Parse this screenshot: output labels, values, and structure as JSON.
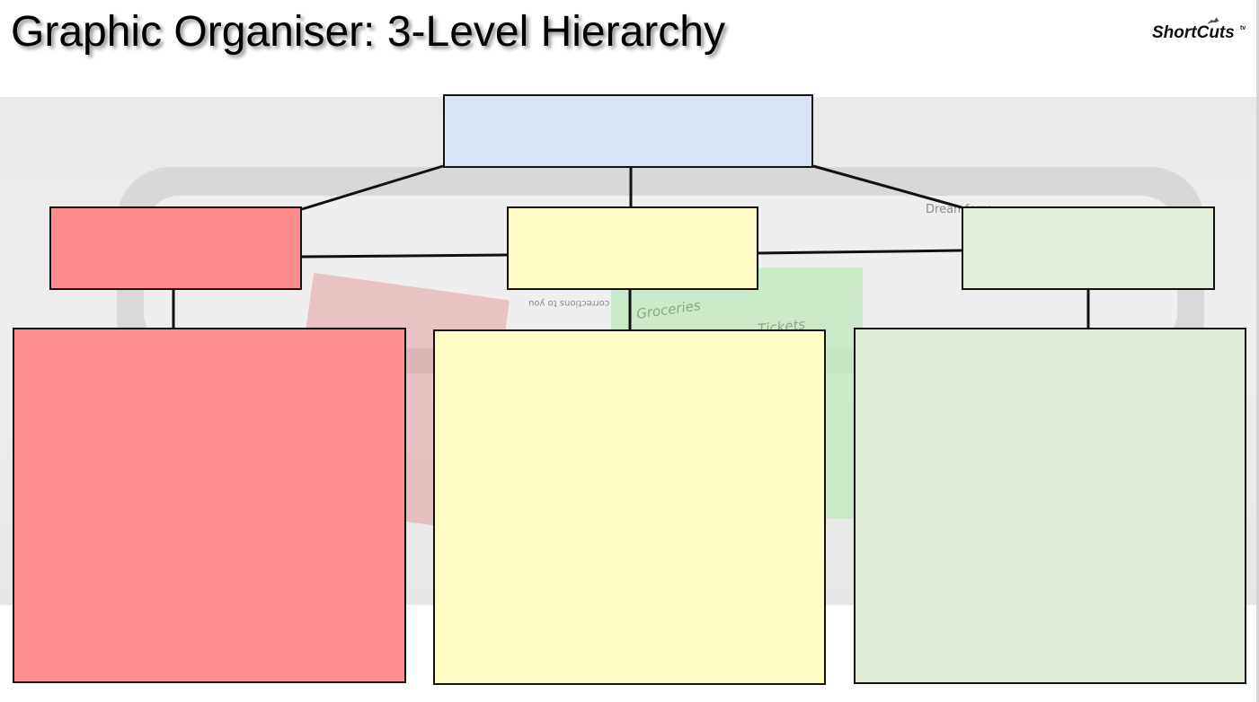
{
  "title": "Graphic Organiser: 3-Level Hierarchy",
  "logo": {
    "text": "ShortCuts",
    "superscript": "tv"
  },
  "background_text": {
    "brand": "Dreamform",
    "note_1": "Groceries",
    "note_2": "Tickets",
    "mirrored": "corrections to you"
  },
  "hierarchy": {
    "levels": 3,
    "root": {
      "text": "",
      "color": "#dae3f3"
    },
    "branches": [
      {
        "text": "",
        "color": "#ff8c8c",
        "detail": {
          "text": "",
          "color": "#ff8f8f"
        }
      },
      {
        "text": "",
        "color": "#fffcc6",
        "detail": {
          "text": "",
          "color": "#fffcc6"
        }
      },
      {
        "text": "",
        "color": "#e2eed9",
        "detail": {
          "text": "",
          "color": "#e0ecd7"
        }
      }
    ]
  },
  "colors": {
    "line": "#111111",
    "title_text": "#000000"
  }
}
